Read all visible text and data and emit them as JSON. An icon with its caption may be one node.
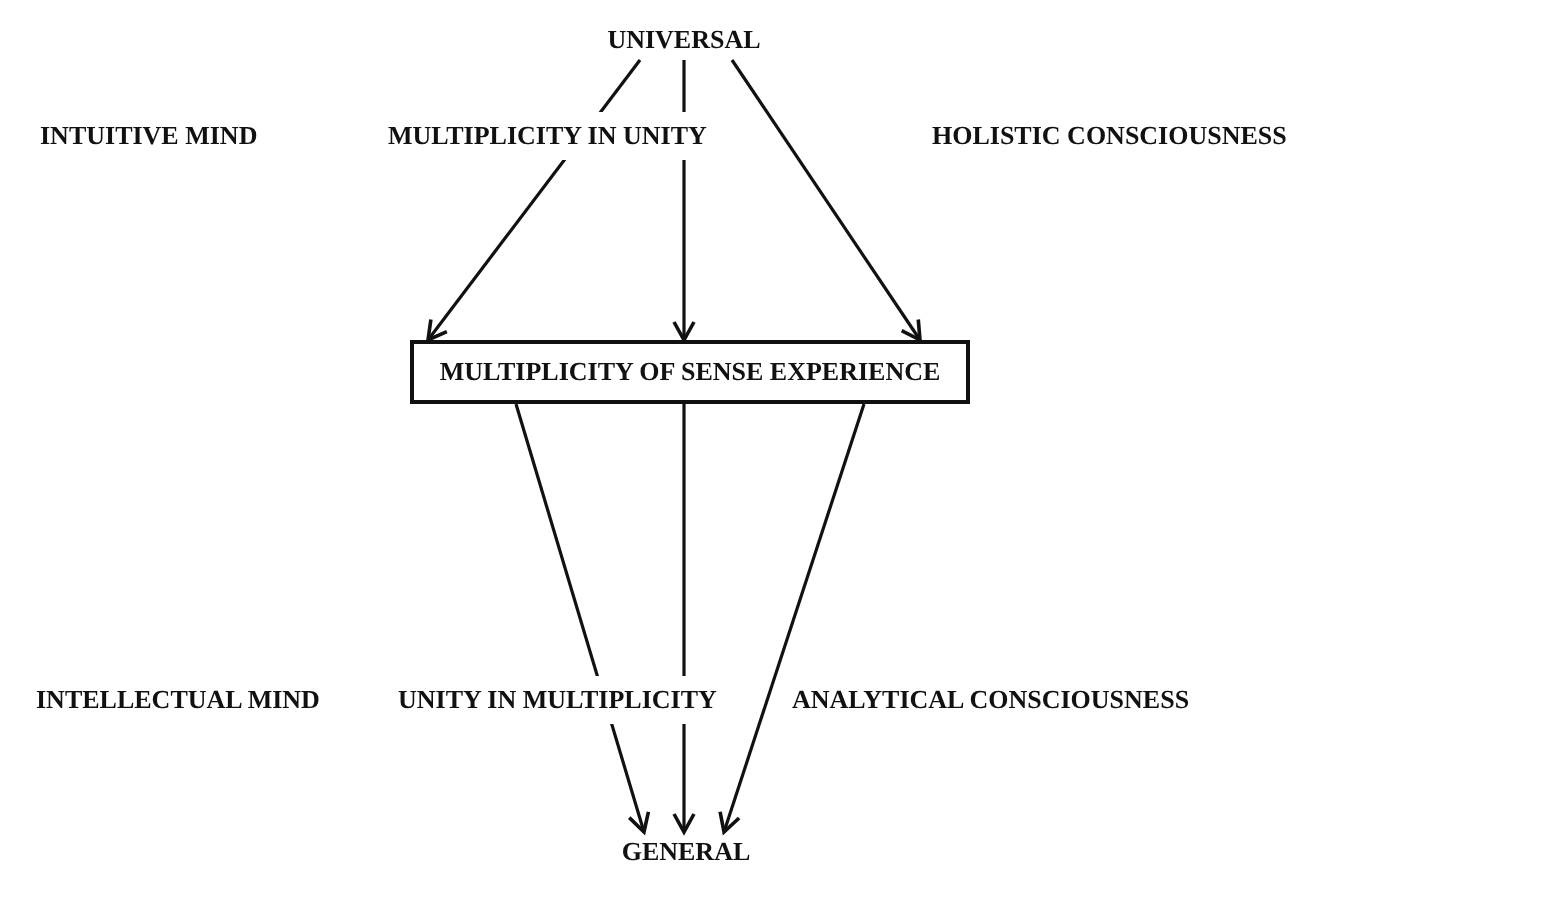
{
  "diagram": {
    "nodes": [
      {
        "text": [
          "UNIVERSAL"
        ]
      },
      {
        "text": [
          "MULTIPLICITY OF SENSE EXPERIENCE"
        ]
      },
      {
        "text": [
          "GENERAL"
        ]
      }
    ],
    "edges": [
      {
        "from": 0,
        "to": 1,
        "arrow": "to"
      },
      {
        "from": 0,
        "to": 1,
        "arrow": "to"
      },
      {
        "from": 0,
        "to": 1,
        "arrow": "to"
      },
      {
        "from": 1,
        "to": 2,
        "arrow": "to"
      },
      {
        "from": 1,
        "to": 2,
        "arrow": "to"
      },
      {
        "from": 1,
        "to": 2,
        "arrow": "to"
      }
    ],
    "labels": [
      "INTUITIVE MIND",
      "MULTIPLICITY IN UNITY",
      "HOLISTIC CONSCIOUSNESS",
      "INTELLECTUAL MIND",
      "UNITY IN MULTIPLICITY",
      "ANALYTICAL CONSCIOUSNESS"
    ]
  }
}
